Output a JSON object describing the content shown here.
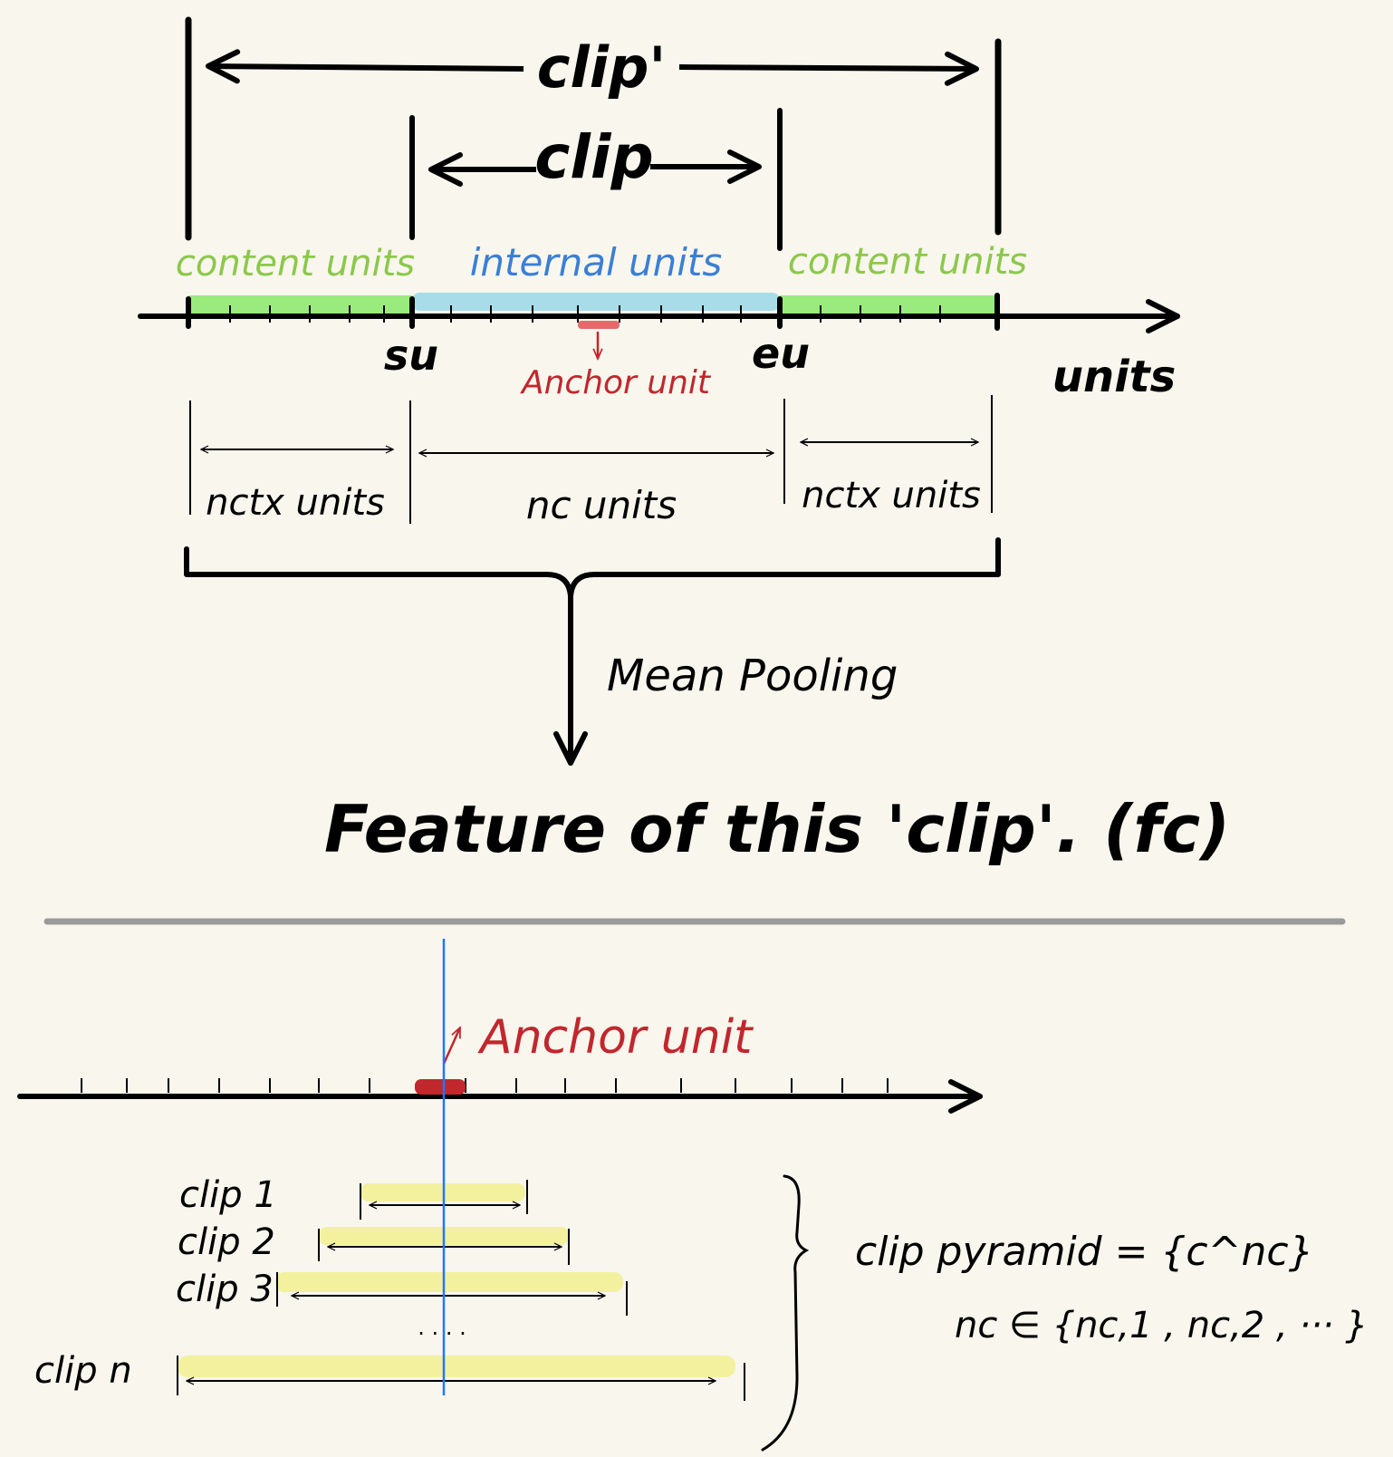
{
  "top": {
    "clip_prime_label": "clip'",
    "clip_label": "clip",
    "left_context_label": "content units",
    "internal_label": "internal units",
    "right_context_label": "content units",
    "start_label": "su",
    "end_label": "eu",
    "axis_label": "units",
    "anchor_label": "Anchor unit",
    "left_span_label": "nctx units",
    "middle_span_label": "nc units",
    "right_span_label": "nctx units",
    "pooling_label": "Mean Pooling",
    "feature_label": "Feature of this 'clip'. (fc)"
  },
  "bottom": {
    "anchor_label": "Anchor unit",
    "clips": [
      {
        "label": "clip 1"
      },
      {
        "label": "clip 2"
      },
      {
        "label": "clip 3"
      },
      {
        "label": "clip n"
      }
    ],
    "ellipsis": "· · · ·",
    "pyramid_line1": "clip pyramid = {c^nc}",
    "pyramid_line2": "nc ∈ {nc,1 , nc,2 , ··· }"
  },
  "colors": {
    "ink": "#000000",
    "context_green": "#9aeb7d",
    "context_text": "#8cc84b",
    "internal_blue": "#a8dce8",
    "internal_text": "#3a7fd5",
    "anchor_red": "#c1272d",
    "clip_yellow": "#f3f19e",
    "anchor_line": "#1e78ff",
    "divider": "#9a9a9a"
  }
}
